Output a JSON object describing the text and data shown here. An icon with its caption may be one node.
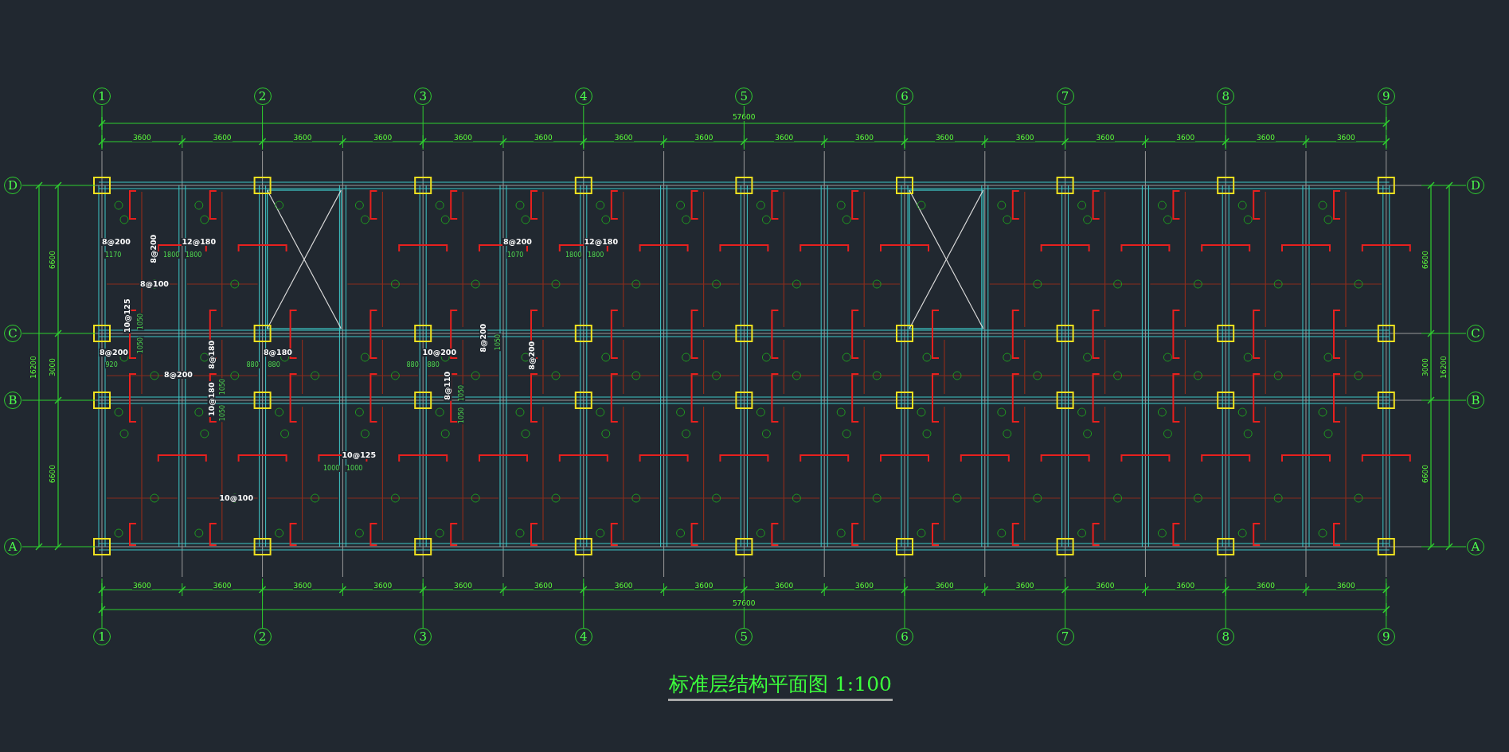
{
  "diagram": {
    "title": "标准层结构平面图 1:100",
    "labels": [
      "1",
      "2",
      "3",
      "4",
      "5",
      "6",
      "7",
      "8",
      "9",
      "57600",
      "3600",
      "3600",
      "3600",
      "3600",
      "3600",
      "3600",
      "3600",
      "3600",
      "3600",
      "3600",
      "3600",
      "3600",
      "3600",
      "3600",
      "3600",
      "3600",
      "D",
      "C",
      "B",
      "A",
      "D",
      "C",
      "B",
      "A",
      "6600",
      "3000",
      "6600",
      "16200",
      "6600",
      "3000",
      "6600",
      "16200",
      "8@200",
      "1170",
      "8@200",
      "12@180",
      "1800",
      "1800",
      "8@200",
      "1070",
      "12@180",
      "1800",
      "1800",
      "8@100",
      "10@125",
      "1050",
      "1050",
      "8@200",
      "920",
      "8@180",
      "8@180",
      "880",
      "880",
      "10@200",
      "880",
      "880",
      "8@200",
      "1050",
      "8@200",
      "8@200",
      "10@180",
      "1050",
      "1050",
      "8@110",
      "1050",
      "1050",
      "10@125",
      "1000",
      "1000",
      "10@100",
      "3600",
      "3600",
      "3600",
      "3600",
      "3600",
      "3600",
      "3600",
      "3600",
      "3600",
      "3600",
      "3600",
      "3600",
      "3600",
      "3600",
      "3600",
      "3600",
      "57600",
      "1",
      "2",
      "3",
      "4",
      "5",
      "6",
      "7",
      "8",
      "9"
    ]
  }
}
